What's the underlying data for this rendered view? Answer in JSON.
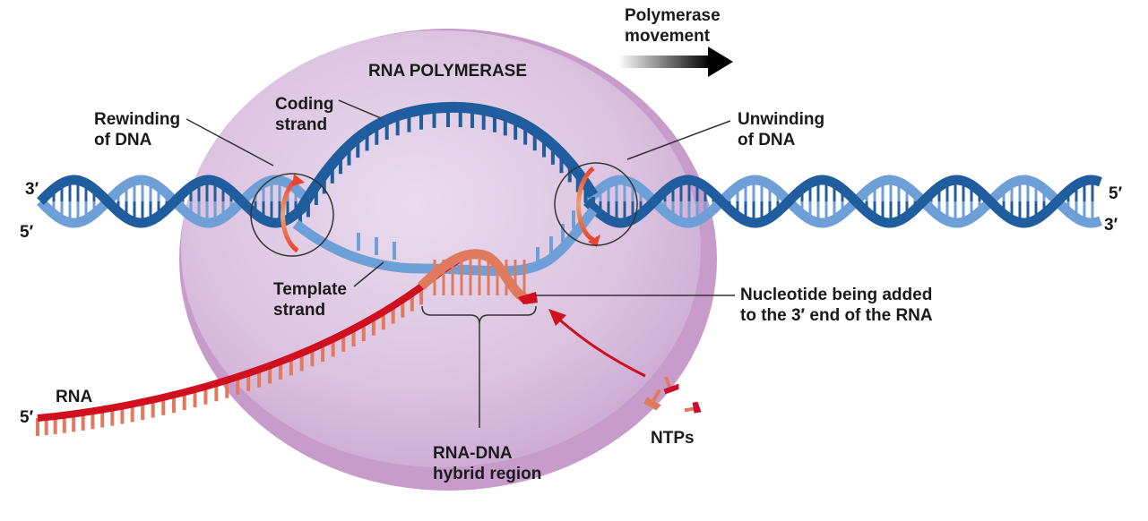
{
  "diagram": {
    "title": "RNA POLYMERASE",
    "labels": {
      "polymerase_movement": [
        "Polymerase",
        "movement"
      ],
      "coding_strand": [
        "Coding",
        "strand"
      ],
      "rewinding": [
        "Rewinding",
        "of DNA"
      ],
      "unwinding": [
        "Unwinding",
        "of DNA"
      ],
      "template_strand": [
        "Template",
        "strand"
      ],
      "nucleotide_added": [
        "Nucleotide being added",
        "to the 3′ end of the RNA"
      ],
      "rna": "RNA",
      "hybrid_region": [
        "RNA-DNA",
        "hybrid region"
      ],
      "ntps": "NTPs"
    },
    "strand_ends": {
      "left_top": "3′",
      "left_bottom": "5′",
      "right_top": "5′",
      "right_bottom": "3′",
      "rna_5prime": "5′"
    },
    "colors": {
      "polymerase_fill": "#dcc3e0",
      "polymerase_edge": "#c79ccb",
      "dna_dark": "#1f5d9e",
      "dna_light": "#6e9fd6",
      "rna_backbone": "#d0101e",
      "rna_bases": "#e07a5f",
      "rotation_arrow": "#e8442e",
      "leader": "#333333"
    }
  }
}
